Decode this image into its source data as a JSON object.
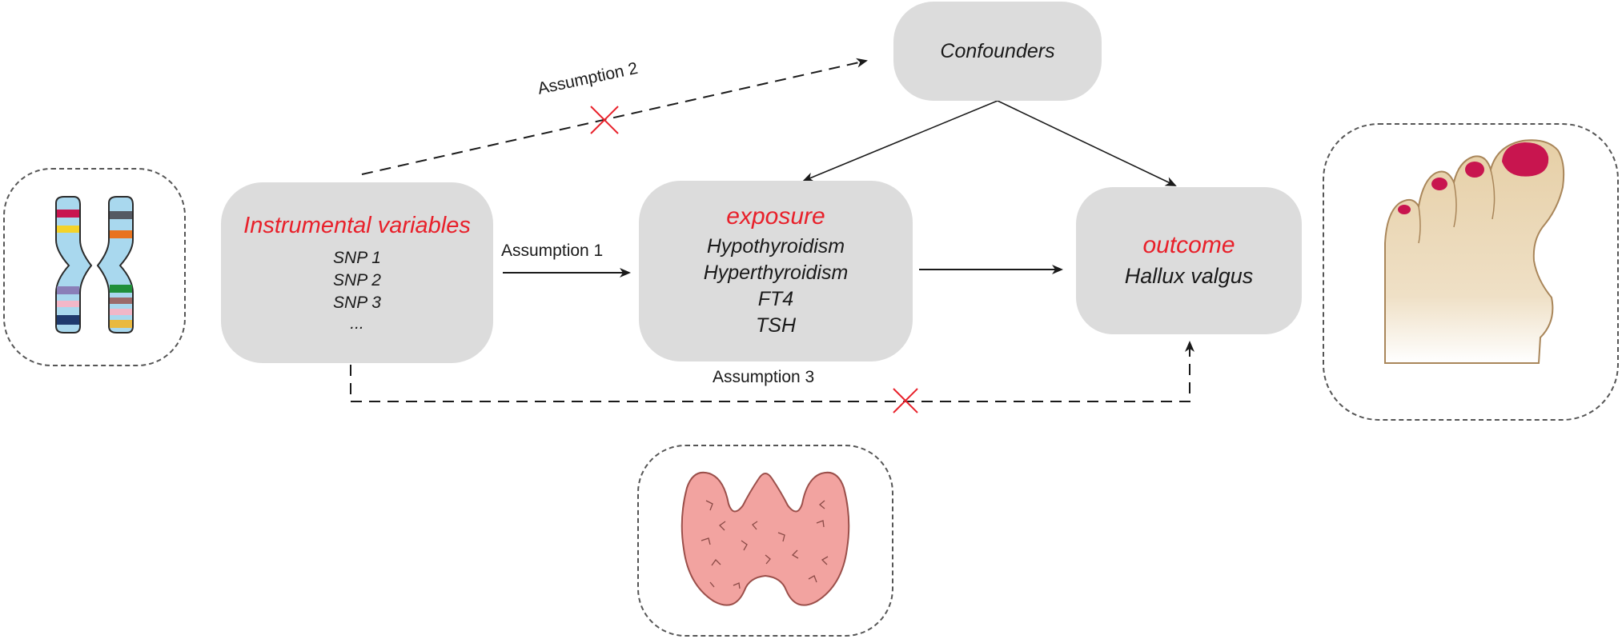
{
  "confounders": {
    "label": "Confounders"
  },
  "instrumental": {
    "title": "Instrumental variables",
    "items": [
      "SNP 1",
      "SNP 2",
      "SNP 3",
      "..."
    ]
  },
  "exposure": {
    "title": "exposure",
    "items": [
      "Hypothyroidism",
      "Hyperthyroidism",
      "FT4",
      "TSH"
    ]
  },
  "outcome": {
    "title": "outcome",
    "items": [
      "Hallux valgus"
    ]
  },
  "assumptions": {
    "a1": "Assumption 1",
    "a2": "Assumption 2",
    "a3": "Assumption 3"
  },
  "colors": {
    "accent_red": "#e8202a",
    "box_gray": "#dcdcdc",
    "toenail": "#c8154f",
    "foot_skin": "#e9d2ac",
    "thyroid": "#f2a3a0"
  },
  "icons": {
    "chromosome": "chromosome-icon",
    "foot": "hallux-valgus-foot-icon",
    "thyroid": "thyroid-gland-icon"
  }
}
